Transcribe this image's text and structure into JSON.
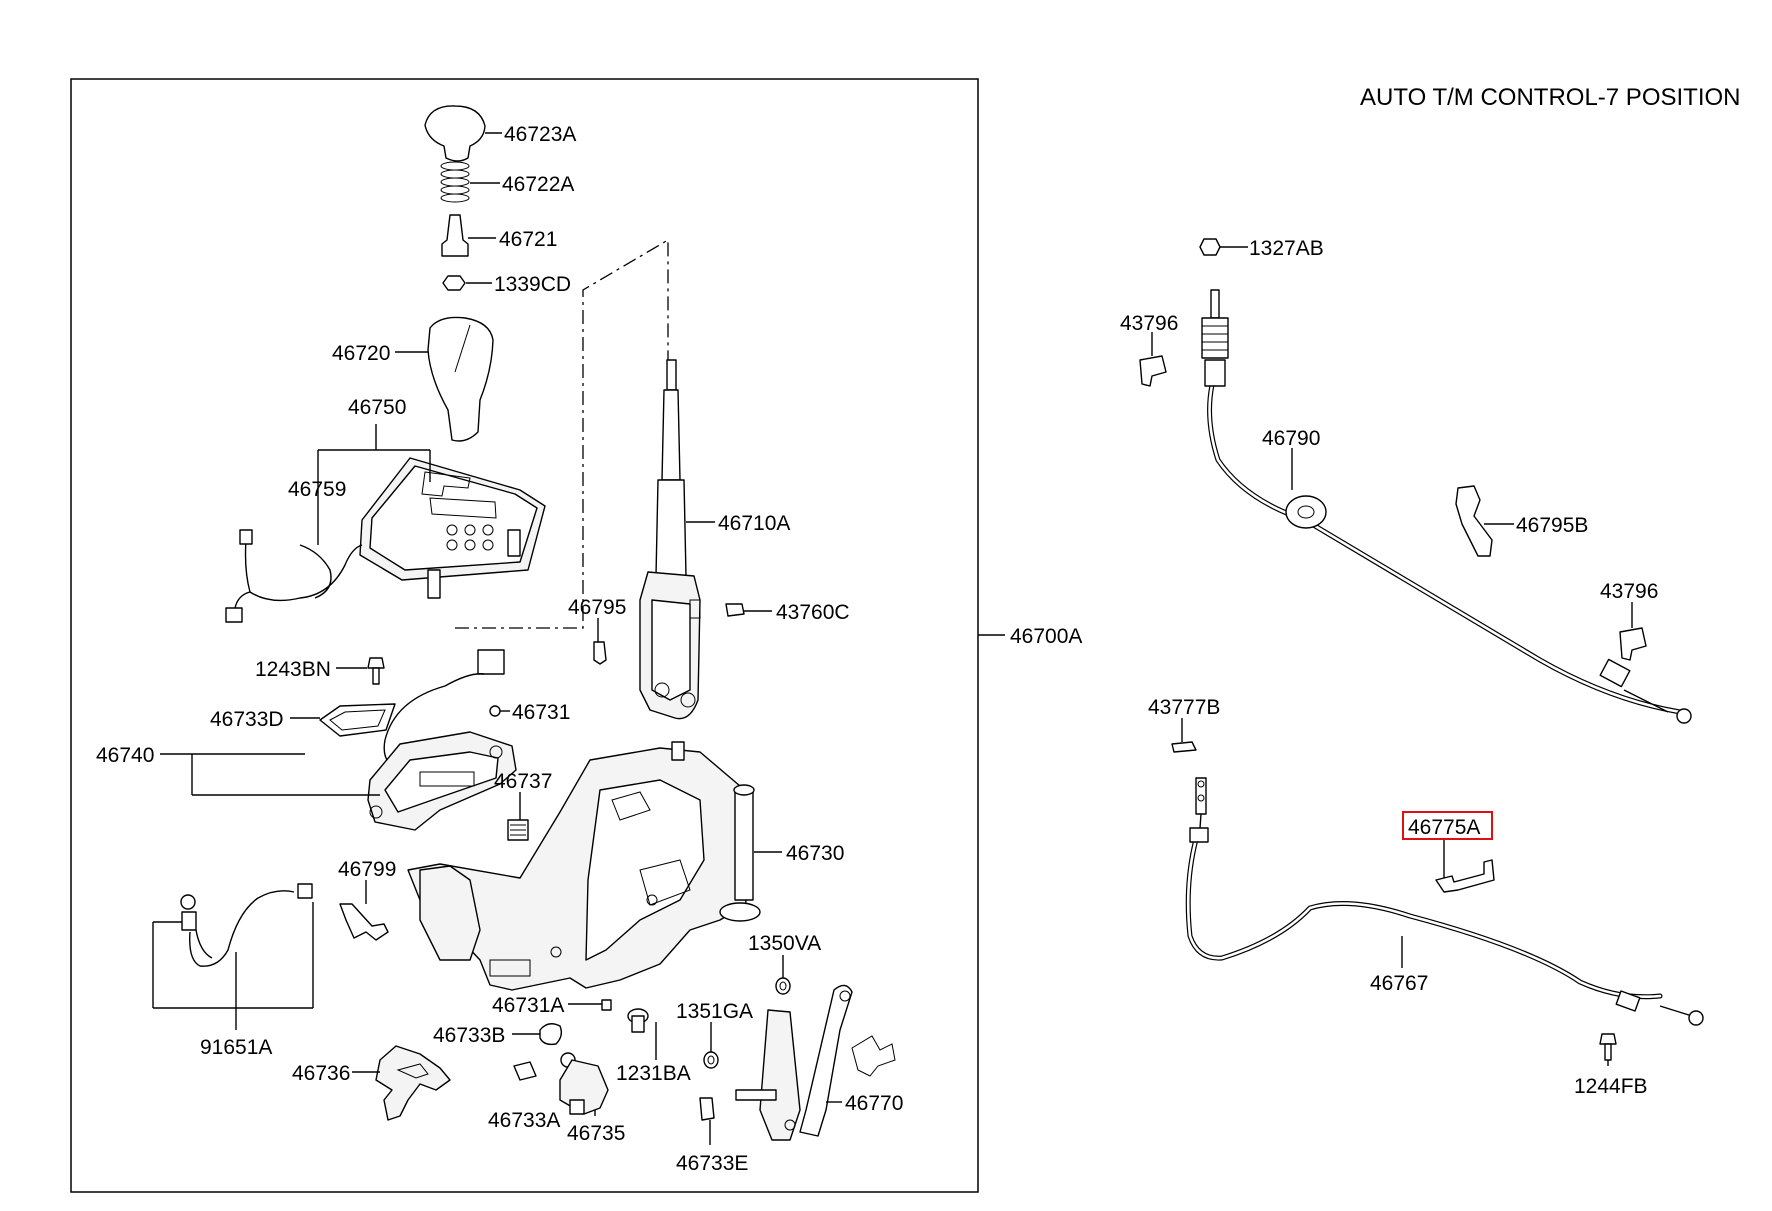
{
  "title": "AUTO T/M CONTROL-7 POSITION",
  "highlight_color": "#e01010",
  "highlighted_part": "46775A",
  "labels": {
    "p46723A": "46723A",
    "p46722A": "46722A",
    "p46721": "46721",
    "p1339CD": "1339CD",
    "p46720": "46720",
    "p46750": "46750",
    "p46759": "46759",
    "p46710A": "46710A",
    "p46795": "46795",
    "p43760C": "43760C",
    "p46700A": "46700A",
    "p1243BN": "1243BN",
    "p46733D": "46733D",
    "p46731": "46731",
    "p46740": "46740",
    "p46737": "46737",
    "p46730": "46730",
    "p46799": "46799",
    "p1350VA": "1350VA",
    "p46731A": "46731A",
    "p46733B": "46733B",
    "p1351GA": "1351GA",
    "p91651A": "91651A",
    "p1231BA": "1231BA",
    "p46736": "46736",
    "p46770": "46770",
    "p46733A": "46733A",
    "p46735": "46735",
    "p46733E": "46733E",
    "p1327AB": "1327AB",
    "p43796a": "43796",
    "p46790": "46790",
    "p46795B": "46795B",
    "p43796b": "43796",
    "p43777B": "43777B",
    "p46775A": "46775A",
    "p46767": "46767",
    "p1244FB": "1244FB"
  }
}
